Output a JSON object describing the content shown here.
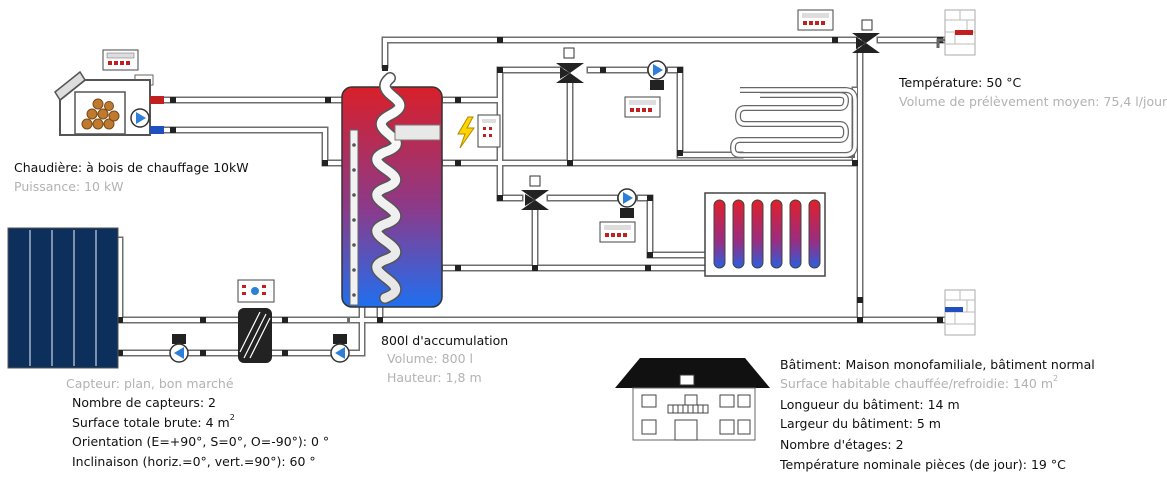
{
  "boiler": {
    "title": "Chaudière: à bois de chauffage 10kW",
    "power": "Puissance: 10 kW"
  },
  "tap": {
    "temperature": "Température: 50 °C",
    "volume": "Volume de prélèvement moyen: 75,4 l/jour"
  },
  "tank": {
    "title": "800l d'accumulation",
    "volume": "Volume: 800 l",
    "height": "Hauteur: 1,8 m"
  },
  "collector": {
    "type": "Capteur: plan, bon marché",
    "count": "Nombre de capteurs: 2",
    "area_label": "Surface totale brute: 4 m",
    "area_sup": "2",
    "orientation": "Orientation (E=+90°, S=0°, O=-90°): 0 °",
    "inclination": "Inclinaison (horiz.=0°, vert.=90°): 60 °"
  },
  "building": {
    "title": "Bâtiment: Maison monofamiliale, bâtiment normal",
    "area_label": "Surface habitable chauffée/refroidie: 140 m",
    "area_sup": "2",
    "length": "Longueur du bâtiment: 14 m",
    "width": "Largeur du bâtiment: 5 m",
    "floors": "Nombre d'étages: 2",
    "temperature": "Température nominale pièces (de jour): 19 °C"
  },
  "colors": {
    "pipe": "#8a8a8a",
    "tank_hot": "#d6202a",
    "tank_cold": "#1e6fe6",
    "collector": "#0d2f5c",
    "pump": "#2d7fd8"
  }
}
